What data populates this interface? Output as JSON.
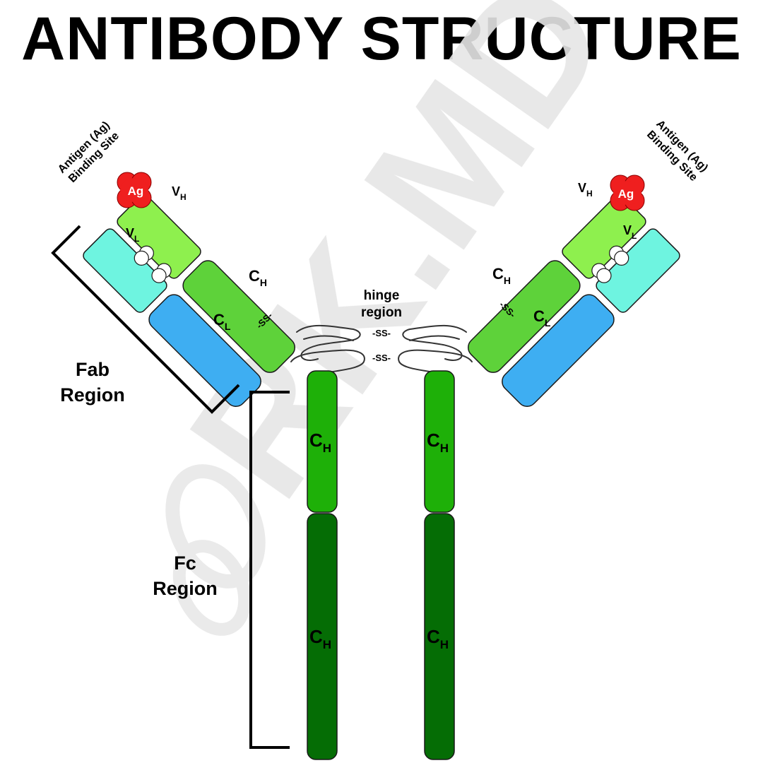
{
  "title": "ANTIBODY STRUCTURE",
  "colors": {
    "vh": "#8ef04e",
    "vl": "#6ef4e0",
    "ch_arm": "#5ed23a",
    "cl": "#3eaef2",
    "ch_fc_upper": "#1eb008",
    "ch_fc_lower": "#056d05",
    "antigen": "#ef1f1f",
    "outline": "#1a1a1a",
    "watermark": "#e6e6e6"
  },
  "left_arm": {
    "binding_site_line1": "Antigen (Ag)",
    "binding_site_line2": "Binding Site",
    "antigen": "Ag",
    "vh_main": "V",
    "vh_sub": "H",
    "vl_main": "V",
    "vl_sub": "L",
    "ch_main": "C",
    "ch_sub": "H",
    "cl_main": "C",
    "cl_sub": "L",
    "disulfide": "-SS-"
  },
  "right_arm": {
    "binding_site_line1": "Antigen (Ag)",
    "binding_site_line2": "Binding Site",
    "antigen": "Ag",
    "vh_main": "V",
    "vh_sub": "H",
    "vl_main": "V",
    "vl_sub": "L",
    "ch_main": "C",
    "ch_sub": "H",
    "cl_main": "C",
    "cl_sub": "L",
    "disulfide": "-SS-"
  },
  "hinge": {
    "label_line1": "hinge",
    "label_line2": "region",
    "ss_top": "-SS-",
    "ss_bottom": "-SS-"
  },
  "fc": {
    "left_upper_main": "C",
    "left_upper_sub": "H",
    "left_lower_main": "C",
    "left_lower_sub": "H",
    "right_upper_main": "C",
    "right_upper_sub": "H",
    "right_lower_main": "C",
    "right_lower_sub": "H"
  },
  "regions": {
    "fab_line1": "Fab",
    "fab_line2": "Region",
    "fc_line1": "Fc",
    "fc_line2": "Region"
  },
  "watermark": "RK.MD"
}
